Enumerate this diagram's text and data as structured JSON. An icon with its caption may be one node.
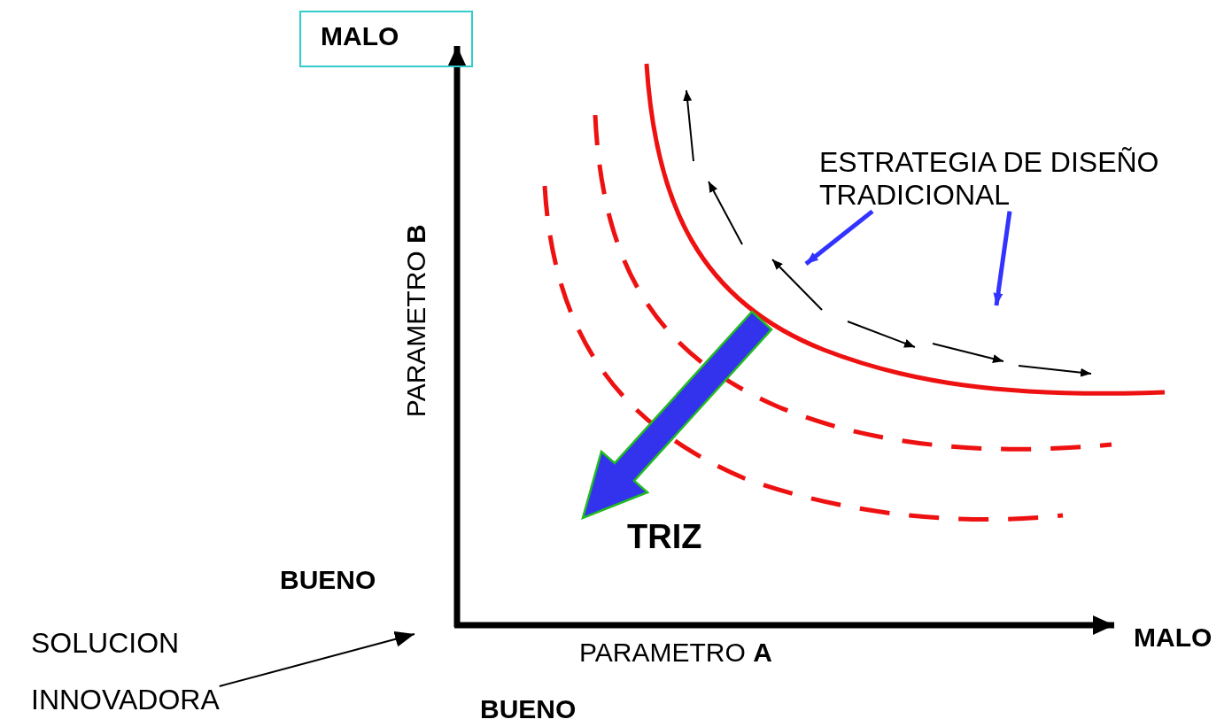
{
  "diagram": {
    "nodes": [
      {
        "text": [
          "MALO"
        ]
      },
      {
        "text": [
          "ESTRATEGIA DE DISEÑO TRADICIONAL"
        ]
      },
      {
        "text": [
          "SOLUCION INNOVADORA"
        ]
      }
    ],
    "edges": [
      {
        "from": 1,
        "to": null,
        "arrow": "to"
      },
      {
        "from": 1,
        "to": null,
        "arrow": "to"
      },
      {
        "from": 2,
        "to": null,
        "arrow": "to",
        "color": "#000000"
      }
    ],
    "labels": [
      "PARAMETRO **B**",
      "TRIZ",
      "BUENO",
      "PARAMETRO **A**",
      "MALO",
      "BUENO"
    ]
  }
}
